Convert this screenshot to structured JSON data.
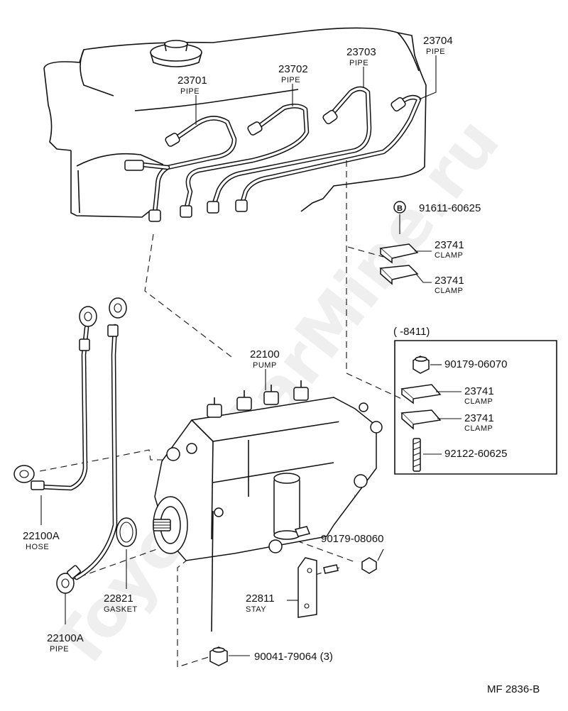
{
  "watermark": "Toyota-CarMine.ru",
  "footer_code": "MF 2836-B",
  "bracket_range": "(      -8411)",
  "parts": [
    {
      "key": "p23701",
      "number": "23701",
      "name": "PIPE"
    },
    {
      "key": "p23702",
      "number": "23702",
      "name": "PIPE"
    },
    {
      "key": "p23703",
      "number": "23703",
      "name": "PIPE"
    },
    {
      "key": "p23704",
      "number": "23704",
      "name": "PIPE"
    },
    {
      "key": "p91611",
      "number": "91611-60625",
      "name": "",
      "badge": "B"
    },
    {
      "key": "p23741a",
      "number": "23741",
      "name": "CLAMP"
    },
    {
      "key": "p23741b",
      "number": "23741",
      "name": "CLAMP"
    },
    {
      "key": "p90179a",
      "number": "90179-06070",
      "name": ""
    },
    {
      "key": "p23741c",
      "number": "23741",
      "name": "CLAMP"
    },
    {
      "key": "p23741d",
      "number": "23741",
      "name": "CLAMP"
    },
    {
      "key": "p92122",
      "number": "92122-60625",
      "name": ""
    },
    {
      "key": "p22100",
      "number": "22100",
      "name": "PUMP"
    },
    {
      "key": "p22100a_hose",
      "number": "22100A",
      "name": "HOSE"
    },
    {
      "key": "p22821",
      "number": "22821",
      "name": "GASKET"
    },
    {
      "key": "p90179b",
      "number": "90179-08060",
      "name": ""
    },
    {
      "key": "p22811",
      "number": "22811",
      "name": "STAY"
    },
    {
      "key": "p22100a_pipe",
      "number": "22100A",
      "name": "PIPE"
    },
    {
      "key": "p90041",
      "number": "90041-79064 (3)",
      "name": ""
    }
  ]
}
